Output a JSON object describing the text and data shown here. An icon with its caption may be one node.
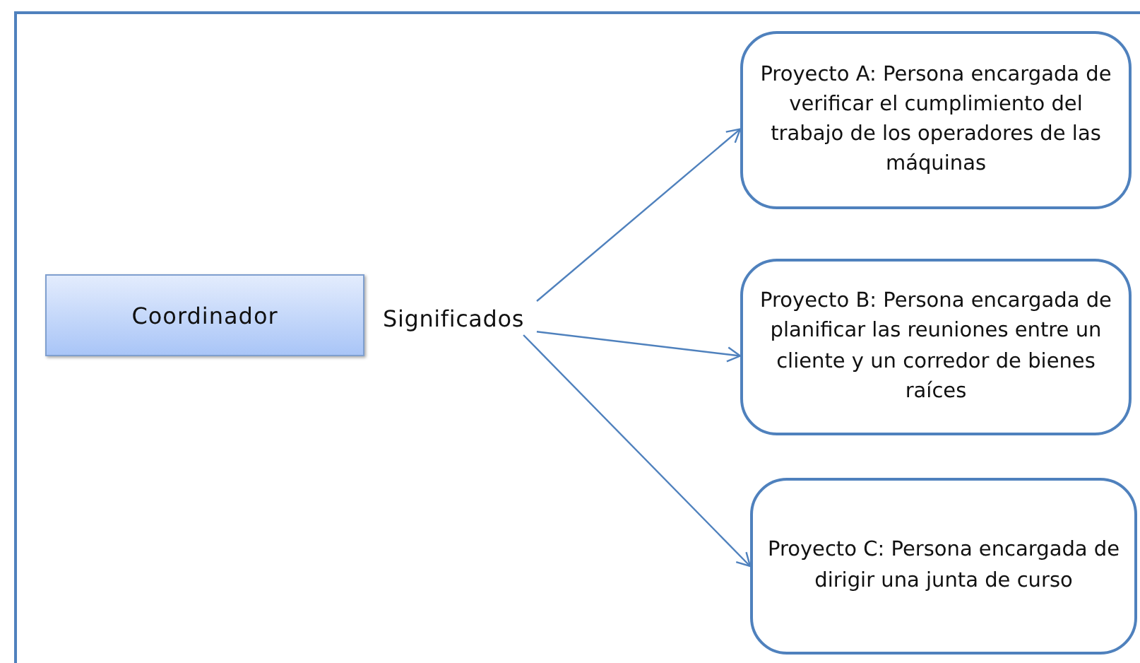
{
  "diagram": {
    "nodes": [
      {
        "text": [
          "Coordinador"
        ]
      },
      {
        "text": [
          "Significados"
        ]
      },
      {
        "text": [
          "Proyecto A:  Persona encargada de verificar el cumplimiento del trabajo de los operadores de las máquinas"
        ]
      },
      {
        "text": [
          "Proyecto B:  Persona encargada de planificar las reuniones entre un cliente y un corredor de bienes raíces"
        ]
      },
      {
        "text": [
          "Proyecto C:  Persona encargada de dirigir una junta de curso"
        ]
      }
    ],
    "edges": [
      {
        "from": 1,
        "to": 2,
        "arrow": "to"
      },
      {
        "from": 1,
        "to": 3,
        "arrow": "to"
      },
      {
        "from": 1,
        "to": 4,
        "arrow": "to"
      }
    ]
  }
}
